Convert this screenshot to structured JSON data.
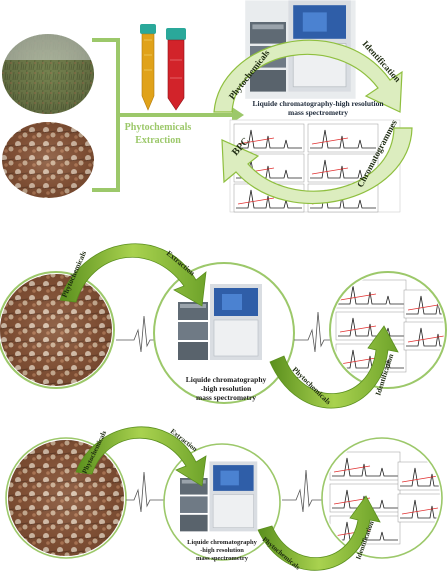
{
  "panel1": {
    "extraction_label_line1": "Phytochemicals",
    "extraction_label_line2": "Extraction",
    "cycle_top_left": "Phytochemicals",
    "cycle_top_right": "Identification",
    "cycle_bottom_left": "BPC",
    "cycle_bottom_right": "Chromatogrammes",
    "instrument_line1": "Liquide chromatography-high resolution",
    "instrument_line2": "mass spectrometry"
  },
  "panel2": {
    "arrow1_a": "Phytochemicals",
    "arrow1_b": "Extraction",
    "instrument_line1": "Liquide chromatography",
    "instrument_line2": "-high resolution",
    "instrument_line3": "mass spectrometry",
    "arrow2_a": "Phytochemicals",
    "arrow2_b": "Identification"
  },
  "panel3": {
    "arrow1_a": "Phytochemicals",
    "arrow1_b": "Extraction",
    "instrument_line1": "Liquide chromatography",
    "instrument_line2": "-high resolution",
    "instrument_line3": "mass spectrometry",
    "arrow2_a": "Phytochemicals",
    "arrow2_b": "Identification"
  },
  "colors": {
    "arrow_green": "#8fbf3f",
    "frame_green": "#9cc86a",
    "tube_yellow": "#e0a21a",
    "tube_red": "#d2232a",
    "cap_teal": "#2aa89a"
  }
}
